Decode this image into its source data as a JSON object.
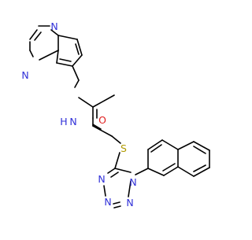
{
  "molecule": {
    "atom_labels": {
      "n_quinox_top": "N",
      "n_quinox_bottom": "N",
      "n_amide": "N",
      "h_amide": "H",
      "o_carbonyl": "O",
      "s_thioether": "S",
      "n_tetrazole_1": "N",
      "n_tetrazole_2": "N",
      "n_tetrazole_3": "N",
      "n_tetrazole_4": "N"
    },
    "colors": {
      "bond": "#000000",
      "nitrogen": "#3030d8",
      "oxygen": "#e02020",
      "sulfur": "#b09a00",
      "background": "#ffffff"
    }
  }
}
